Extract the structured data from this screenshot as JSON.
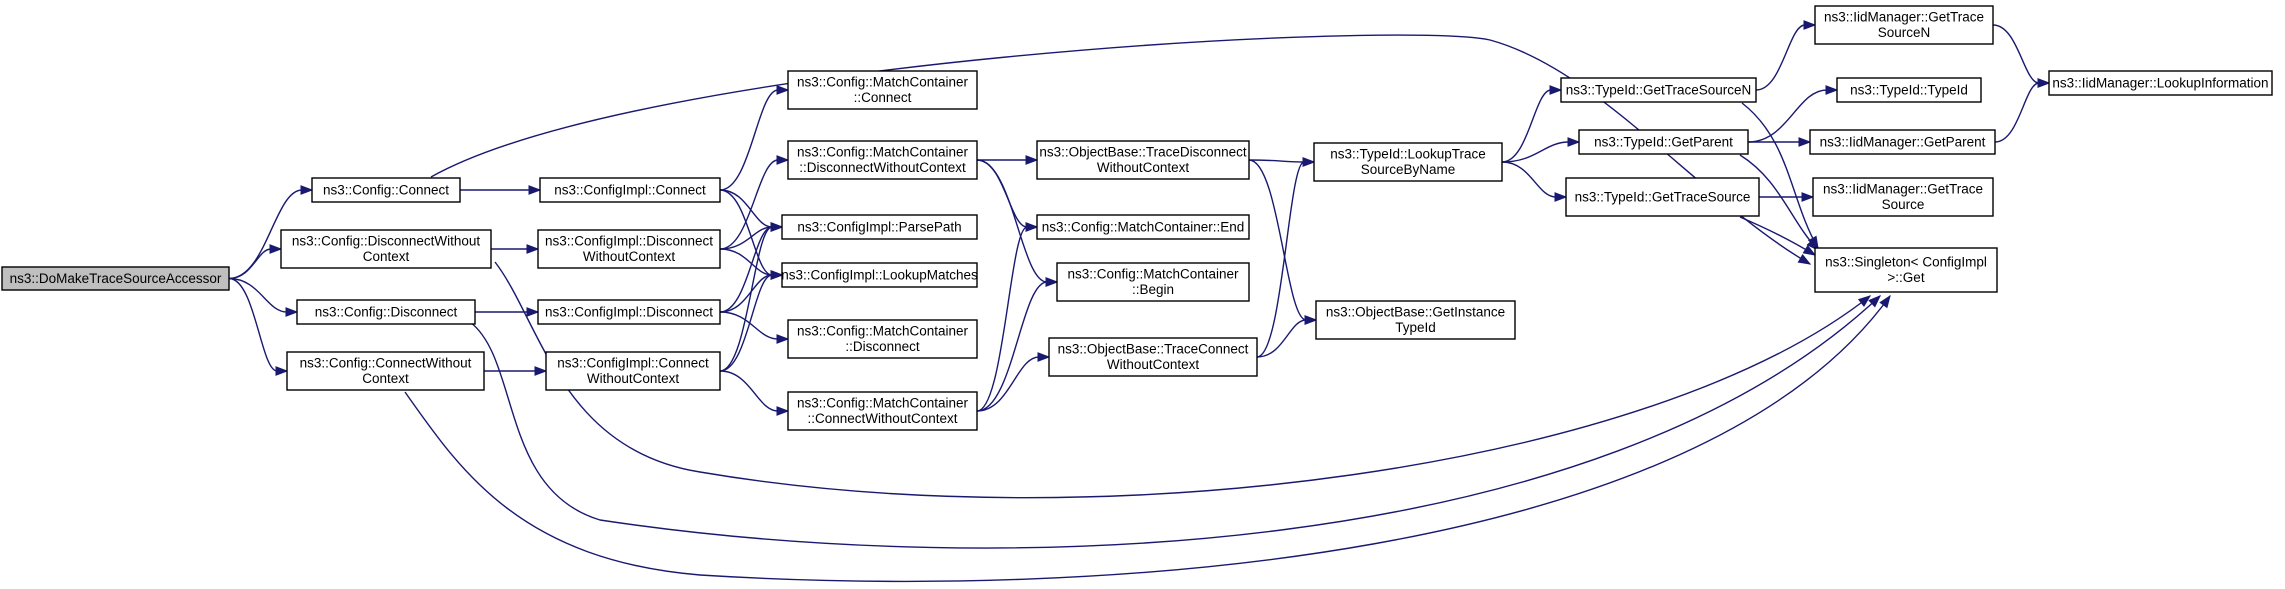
{
  "colors": {
    "edge": "#191970",
    "root_fill": "#bfbfbf",
    "node_fill": "#ffffff",
    "border": "#000000"
  },
  "nodes": [
    {
      "id": "root",
      "lines": [
        "ns3::DoMakeTraceSourceAccessor"
      ],
      "root": true
    },
    {
      "id": "cfg_connect",
      "lines": [
        "ns3::Config::Connect"
      ]
    },
    {
      "id": "cfg_disconnect_wo",
      "lines": [
        "ns3::Config::DisconnectWithout",
        "Context"
      ]
    },
    {
      "id": "cfg_disconnect",
      "lines": [
        "ns3::Config::Disconnect"
      ]
    },
    {
      "id": "cfg_connect_wo",
      "lines": [
        "ns3::Config::ConnectWithout",
        "Context"
      ]
    },
    {
      "id": "impl_connect",
      "lines": [
        "ns3::ConfigImpl::Connect"
      ]
    },
    {
      "id": "impl_disconnect_wo",
      "lines": [
        "ns3::ConfigImpl::Disconnect",
        "WithoutContext"
      ]
    },
    {
      "id": "impl_disconnect",
      "lines": [
        "ns3::ConfigImpl::Disconnect"
      ]
    },
    {
      "id": "impl_connect_wo",
      "lines": [
        "ns3::ConfigImpl::Connect",
        "WithoutContext"
      ]
    },
    {
      "id": "mc_connect",
      "lines": [
        "ns3::Config::MatchContainer",
        "::Connect"
      ]
    },
    {
      "id": "mc_disconnect_wo",
      "lines": [
        "ns3::Config::MatchContainer",
        "::DisconnectWithoutContext"
      ]
    },
    {
      "id": "parse_path",
      "lines": [
        "ns3::ConfigImpl::ParsePath"
      ]
    },
    {
      "id": "lookup_matches",
      "lines": [
        "ns3::ConfigImpl::LookupMatches"
      ]
    },
    {
      "id": "mc_disconnect",
      "lines": [
        "ns3::Config::MatchContainer",
        "::Disconnect"
      ]
    },
    {
      "id": "mc_connect_wo",
      "lines": [
        "ns3::Config::MatchContainer",
        "::ConnectWithoutContext"
      ]
    },
    {
      "id": "ob_trace_disconnect_wo",
      "lines": [
        "ns3::ObjectBase::TraceDisconnect",
        "WithoutContext"
      ]
    },
    {
      "id": "mc_end",
      "lines": [
        "ns3::Config::MatchContainer::End"
      ]
    },
    {
      "id": "mc_begin",
      "lines": [
        "ns3::Config::MatchContainer",
        "::Begin"
      ]
    },
    {
      "id": "ob_trace_connect_wo",
      "lines": [
        "ns3::ObjectBase::TraceConnect",
        "WithoutContext"
      ]
    },
    {
      "id": "typeid_lookup",
      "lines": [
        "ns3::TypeId::LookupTrace",
        "SourceByName"
      ]
    },
    {
      "id": "ob_get_instance",
      "lines": [
        "ns3::ObjectBase::GetInstance",
        "TypeId"
      ]
    },
    {
      "id": "typeid_get_ts_n",
      "lines": [
        "ns3::TypeId::GetTraceSourceN"
      ]
    },
    {
      "id": "typeid_get_parent",
      "lines": [
        "ns3::TypeId::GetParent"
      ]
    },
    {
      "id": "typeid_get_ts",
      "lines": [
        "ns3::TypeId::GetTraceSource"
      ]
    },
    {
      "id": "iid_get_ts_n",
      "lines": [
        "ns3::IidManager::GetTrace",
        "SourceN"
      ]
    },
    {
      "id": "typeid_typeid",
      "lines": [
        "ns3::TypeId::TypeId"
      ]
    },
    {
      "id": "iid_get_parent",
      "lines": [
        "ns3::IidManager::GetParent"
      ]
    },
    {
      "id": "iid_get_ts",
      "lines": [
        "ns3::IidManager::GetTrace",
        "Source"
      ]
    },
    {
      "id": "singleton_get",
      "lines": [
        "ns3::Singleton< ConfigImpl",
        " >::Get"
      ]
    },
    {
      "id": "iid_lookup_info",
      "lines": [
        "ns3::IidManager::LookupInformation"
      ]
    }
  ],
  "edges": [
    [
      "root",
      "cfg_connect"
    ],
    [
      "root",
      "cfg_disconnect_wo"
    ],
    [
      "root",
      "cfg_disconnect"
    ],
    [
      "root",
      "cfg_connect_wo"
    ],
    [
      "cfg_connect",
      "impl_connect"
    ],
    [
      "cfg_connect",
      "singleton_get"
    ],
    [
      "cfg_disconnect_wo",
      "impl_disconnect_wo"
    ],
    [
      "cfg_disconnect_wo",
      "singleton_get"
    ],
    [
      "cfg_disconnect",
      "impl_disconnect"
    ],
    [
      "cfg_disconnect",
      "singleton_get"
    ],
    [
      "cfg_connect_wo",
      "impl_connect_wo"
    ],
    [
      "cfg_connect_wo",
      "singleton_get"
    ],
    [
      "impl_connect",
      "mc_connect"
    ],
    [
      "impl_connect",
      "parse_path"
    ],
    [
      "impl_connect",
      "lookup_matches"
    ],
    [
      "impl_disconnect_wo",
      "mc_disconnect_wo"
    ],
    [
      "impl_disconnect_wo",
      "parse_path"
    ],
    [
      "impl_disconnect_wo",
      "lookup_matches"
    ],
    [
      "impl_disconnect",
      "mc_disconnect"
    ],
    [
      "impl_disconnect",
      "parse_path"
    ],
    [
      "impl_disconnect",
      "lookup_matches"
    ],
    [
      "impl_connect_wo",
      "mc_connect_wo"
    ],
    [
      "impl_connect_wo",
      "parse_path"
    ],
    [
      "impl_connect_wo",
      "lookup_matches"
    ],
    [
      "mc_disconnect_wo",
      "ob_trace_disconnect_wo"
    ],
    [
      "mc_disconnect_wo",
      "mc_end"
    ],
    [
      "mc_disconnect_wo",
      "mc_begin"
    ],
    [
      "mc_connect_wo",
      "ob_trace_connect_wo"
    ],
    [
      "mc_connect_wo",
      "mc_end"
    ],
    [
      "mc_connect_wo",
      "mc_begin"
    ],
    [
      "ob_trace_disconnect_wo",
      "typeid_lookup"
    ],
    [
      "ob_trace_disconnect_wo",
      "ob_get_instance"
    ],
    [
      "ob_trace_connect_wo",
      "typeid_lookup"
    ],
    [
      "ob_trace_connect_wo",
      "ob_get_instance"
    ],
    [
      "typeid_lookup",
      "typeid_get_ts_n"
    ],
    [
      "typeid_lookup",
      "typeid_get_parent"
    ],
    [
      "typeid_lookup",
      "typeid_get_ts"
    ],
    [
      "typeid_get_ts_n",
      "iid_get_ts_n"
    ],
    [
      "typeid_get_ts_n",
      "singleton_get"
    ],
    [
      "typeid_get_parent",
      "typeid_typeid"
    ],
    [
      "typeid_get_parent",
      "iid_get_parent"
    ],
    [
      "typeid_get_parent",
      "singleton_get"
    ],
    [
      "typeid_get_ts",
      "iid_get_ts"
    ],
    [
      "typeid_get_ts",
      "singleton_get"
    ],
    [
      "iid_get_ts_n",
      "iid_lookup_info"
    ],
    [
      "iid_get_parent",
      "iid_lookup_info"
    ]
  ]
}
